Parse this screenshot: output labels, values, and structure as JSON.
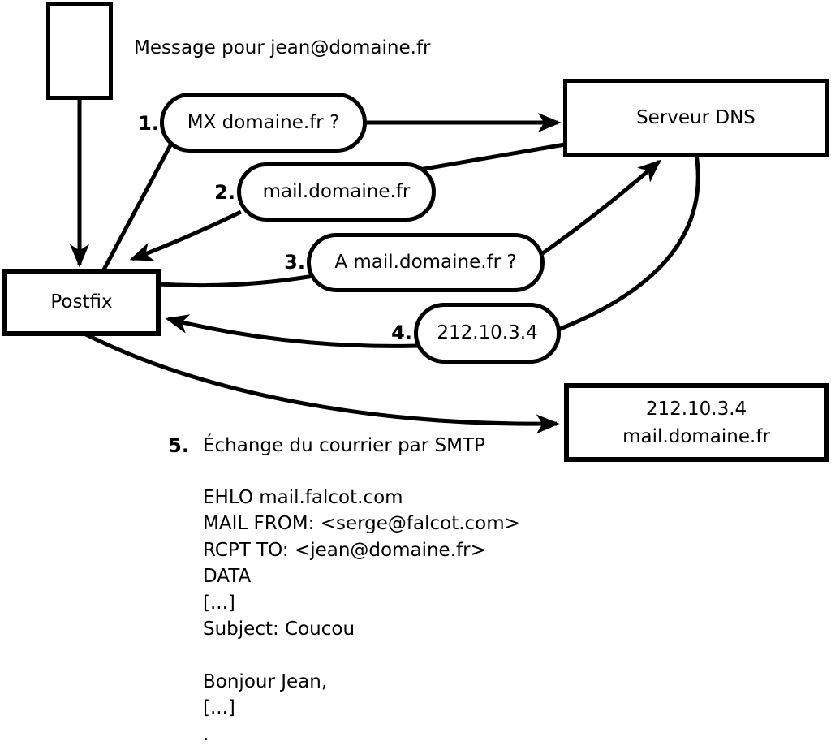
{
  "canvas": {
    "background": "#ffffff",
    "ink": "#000000"
  },
  "labels": {
    "message": "Message pour jean@domaine.fr",
    "dns": "Serveur DNS",
    "postfix": "Postfix",
    "dest_ip": "212.10.3.4",
    "dest_host": "mail.domaine.fr"
  },
  "steps": [
    {
      "num": "1.",
      "label": "MX domaine.fr ?"
    },
    {
      "num": "2.",
      "label": "mail.domaine.fr"
    },
    {
      "num": "3.",
      "label": "A mail.domaine.fr ?"
    },
    {
      "num": "4.",
      "label": "212.10.3.4"
    },
    {
      "num": "5.",
      "label": "Échange du courrier par SMTP"
    }
  ],
  "smtp_session": "EHLO mail.falcot.com\nMAIL FROM: <serge@falcot.com>\nRCPT TO: <jean@domaine.fr>\nDATA\n[...]\nSubject: Coucou\n\nBonjour Jean,\n[...]\n."
}
